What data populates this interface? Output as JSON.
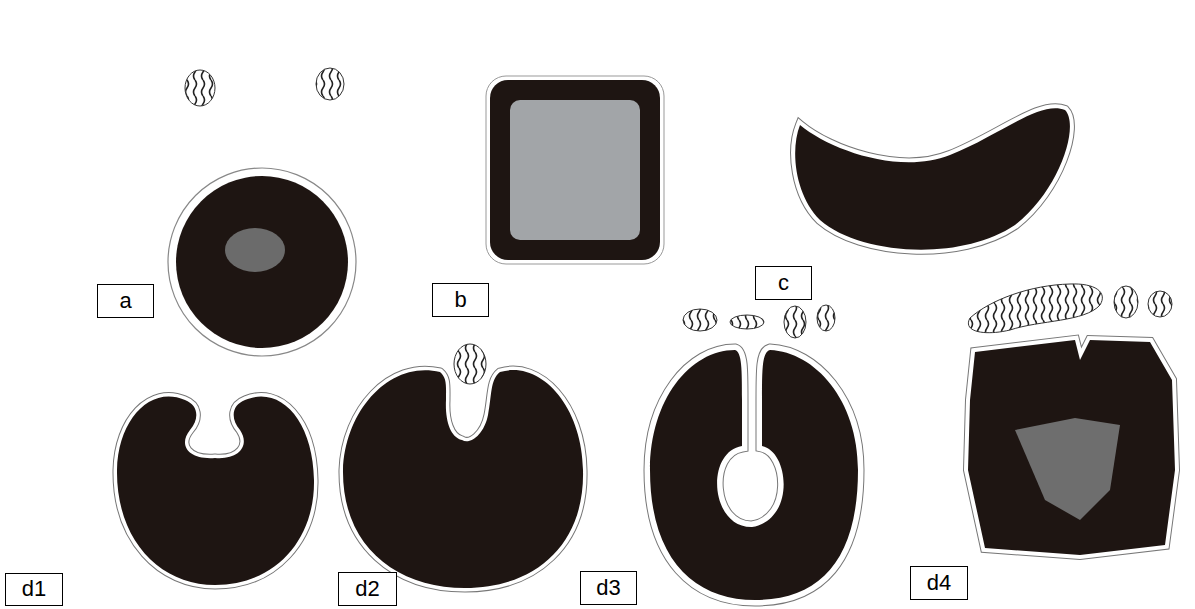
{
  "diagram": {
    "nodes": [
      {
        "text": [
          "a"
        ]
      },
      {
        "text": [
          "b"
        ]
      },
      {
        "text": [
          "c"
        ]
      },
      {
        "text": [
          "d1"
        ]
      },
      {
        "text": [
          "d2"
        ]
      },
      {
        "text": [
          "d3"
        ]
      },
      {
        "text": [
          "d4"
        ]
      }
    ]
  }
}
